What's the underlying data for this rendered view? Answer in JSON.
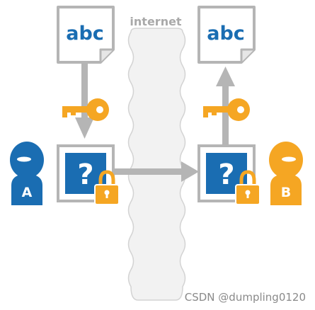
{
  "internet_label": "internet",
  "left_document": {
    "text": "abc"
  },
  "right_document": {
    "text": "abc"
  },
  "person_a": {
    "letter": "A",
    "color": "#1a6db2"
  },
  "person_b": {
    "letter": "B",
    "color": "#f5a623"
  },
  "encrypted_box_symbol": "?",
  "watermark": "CSDN @dumpling0120",
  "colors": {
    "blue": "#1a6db2",
    "orange": "#f5a623",
    "gray": "#b5b5b5",
    "cloud_fill": "#f2f2f2"
  }
}
